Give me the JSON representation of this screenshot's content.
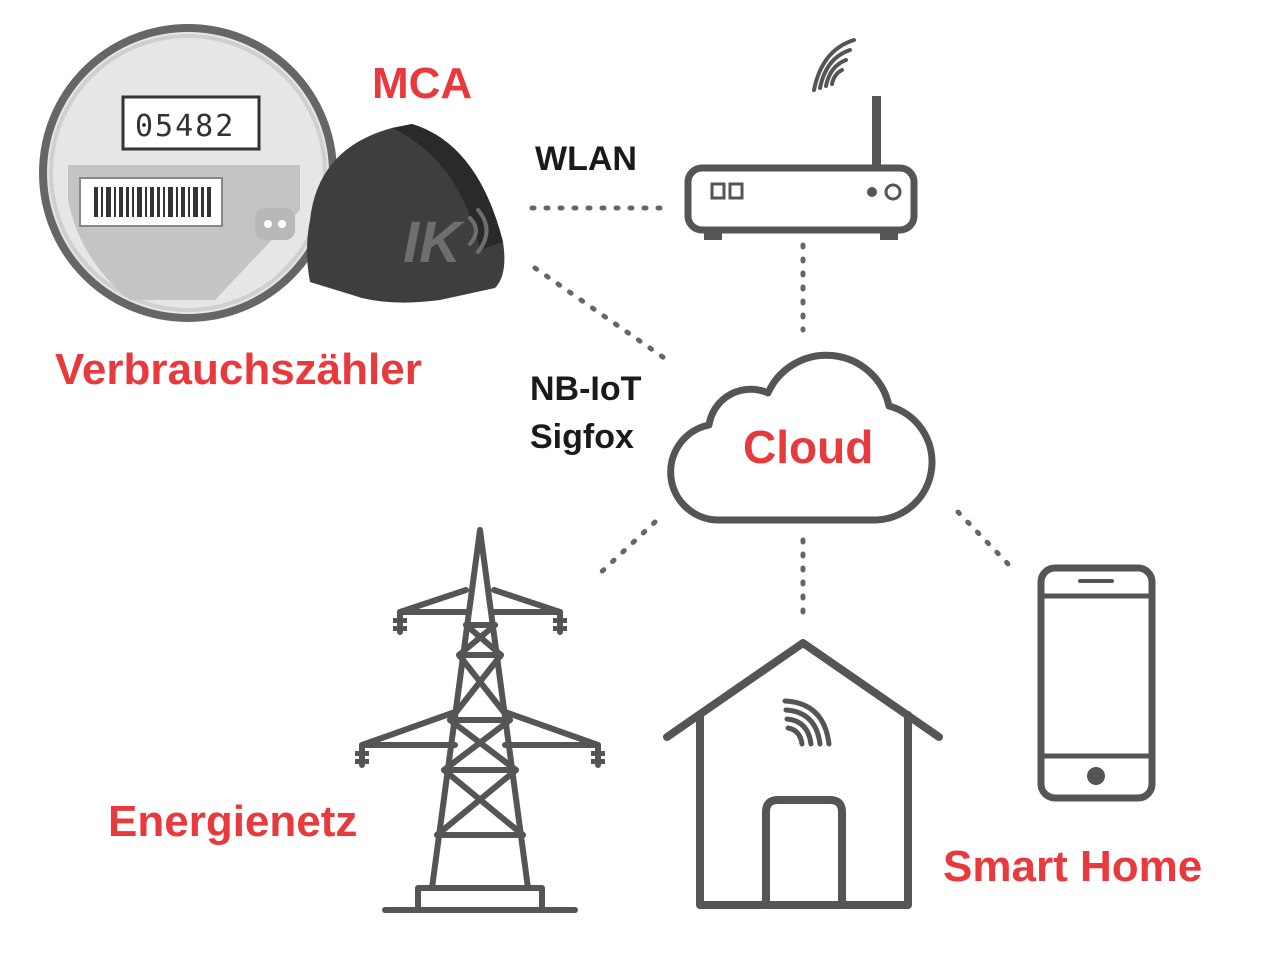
{
  "labels": {
    "mca": "MCA",
    "meter": "Verbrauchszähler",
    "wlan": "WLAN",
    "nbiot": "NB-IoT",
    "sigfox": "Sigfox",
    "cloud": "Cloud",
    "grid": "Energienetz",
    "smarthome": "Smart Home"
  },
  "meter_display": "05482",
  "device_logo": "IK",
  "colors": {
    "accent_red": "#e8393d",
    "icon_gray": "#555555",
    "text_black": "#1a1a1a"
  },
  "icons": [
    "water-meter-icon",
    "mca-device-icon",
    "router-icon",
    "cloud-icon",
    "power-tower-icon",
    "house-icon",
    "smartphone-icon"
  ]
}
